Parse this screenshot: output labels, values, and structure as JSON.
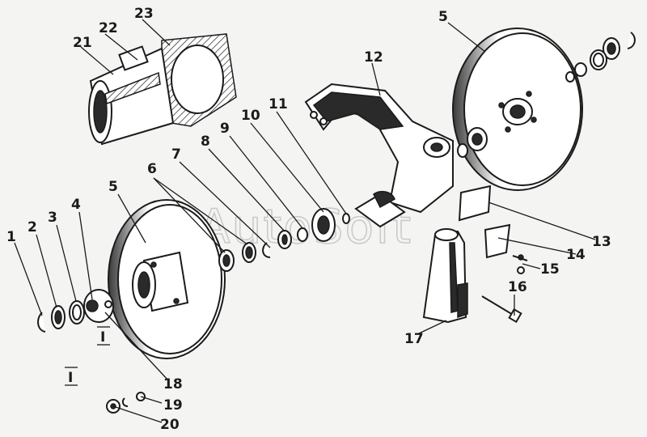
{
  "watermark": "AutoSoft",
  "callouts": [
    {
      "id": "1",
      "text": "1"
    },
    {
      "id": "2",
      "text": "2"
    },
    {
      "id": "3",
      "text": "3"
    },
    {
      "id": "4",
      "text": "4"
    },
    {
      "id": "5a",
      "text": "5"
    },
    {
      "id": "5b",
      "text": "5"
    },
    {
      "id": "6",
      "text": "6"
    },
    {
      "id": "7",
      "text": "7"
    },
    {
      "id": "8",
      "text": "8"
    },
    {
      "id": "9",
      "text": "9"
    },
    {
      "id": "10",
      "text": "10"
    },
    {
      "id": "11",
      "text": "11"
    },
    {
      "id": "12",
      "text": "12"
    },
    {
      "id": "13",
      "text": "13"
    },
    {
      "id": "14",
      "text": "14"
    },
    {
      "id": "15",
      "text": "15"
    },
    {
      "id": "16",
      "text": "16"
    },
    {
      "id": "17",
      "text": "17"
    },
    {
      "id": "18",
      "text": "18"
    },
    {
      "id": "19",
      "text": "19"
    },
    {
      "id": "20",
      "text": "20"
    },
    {
      "id": "21",
      "text": "21"
    },
    {
      "id": "22",
      "text": "22"
    },
    {
      "id": "23",
      "text": "23"
    }
  ],
  "detail_marker": "I",
  "detail_title": "I"
}
